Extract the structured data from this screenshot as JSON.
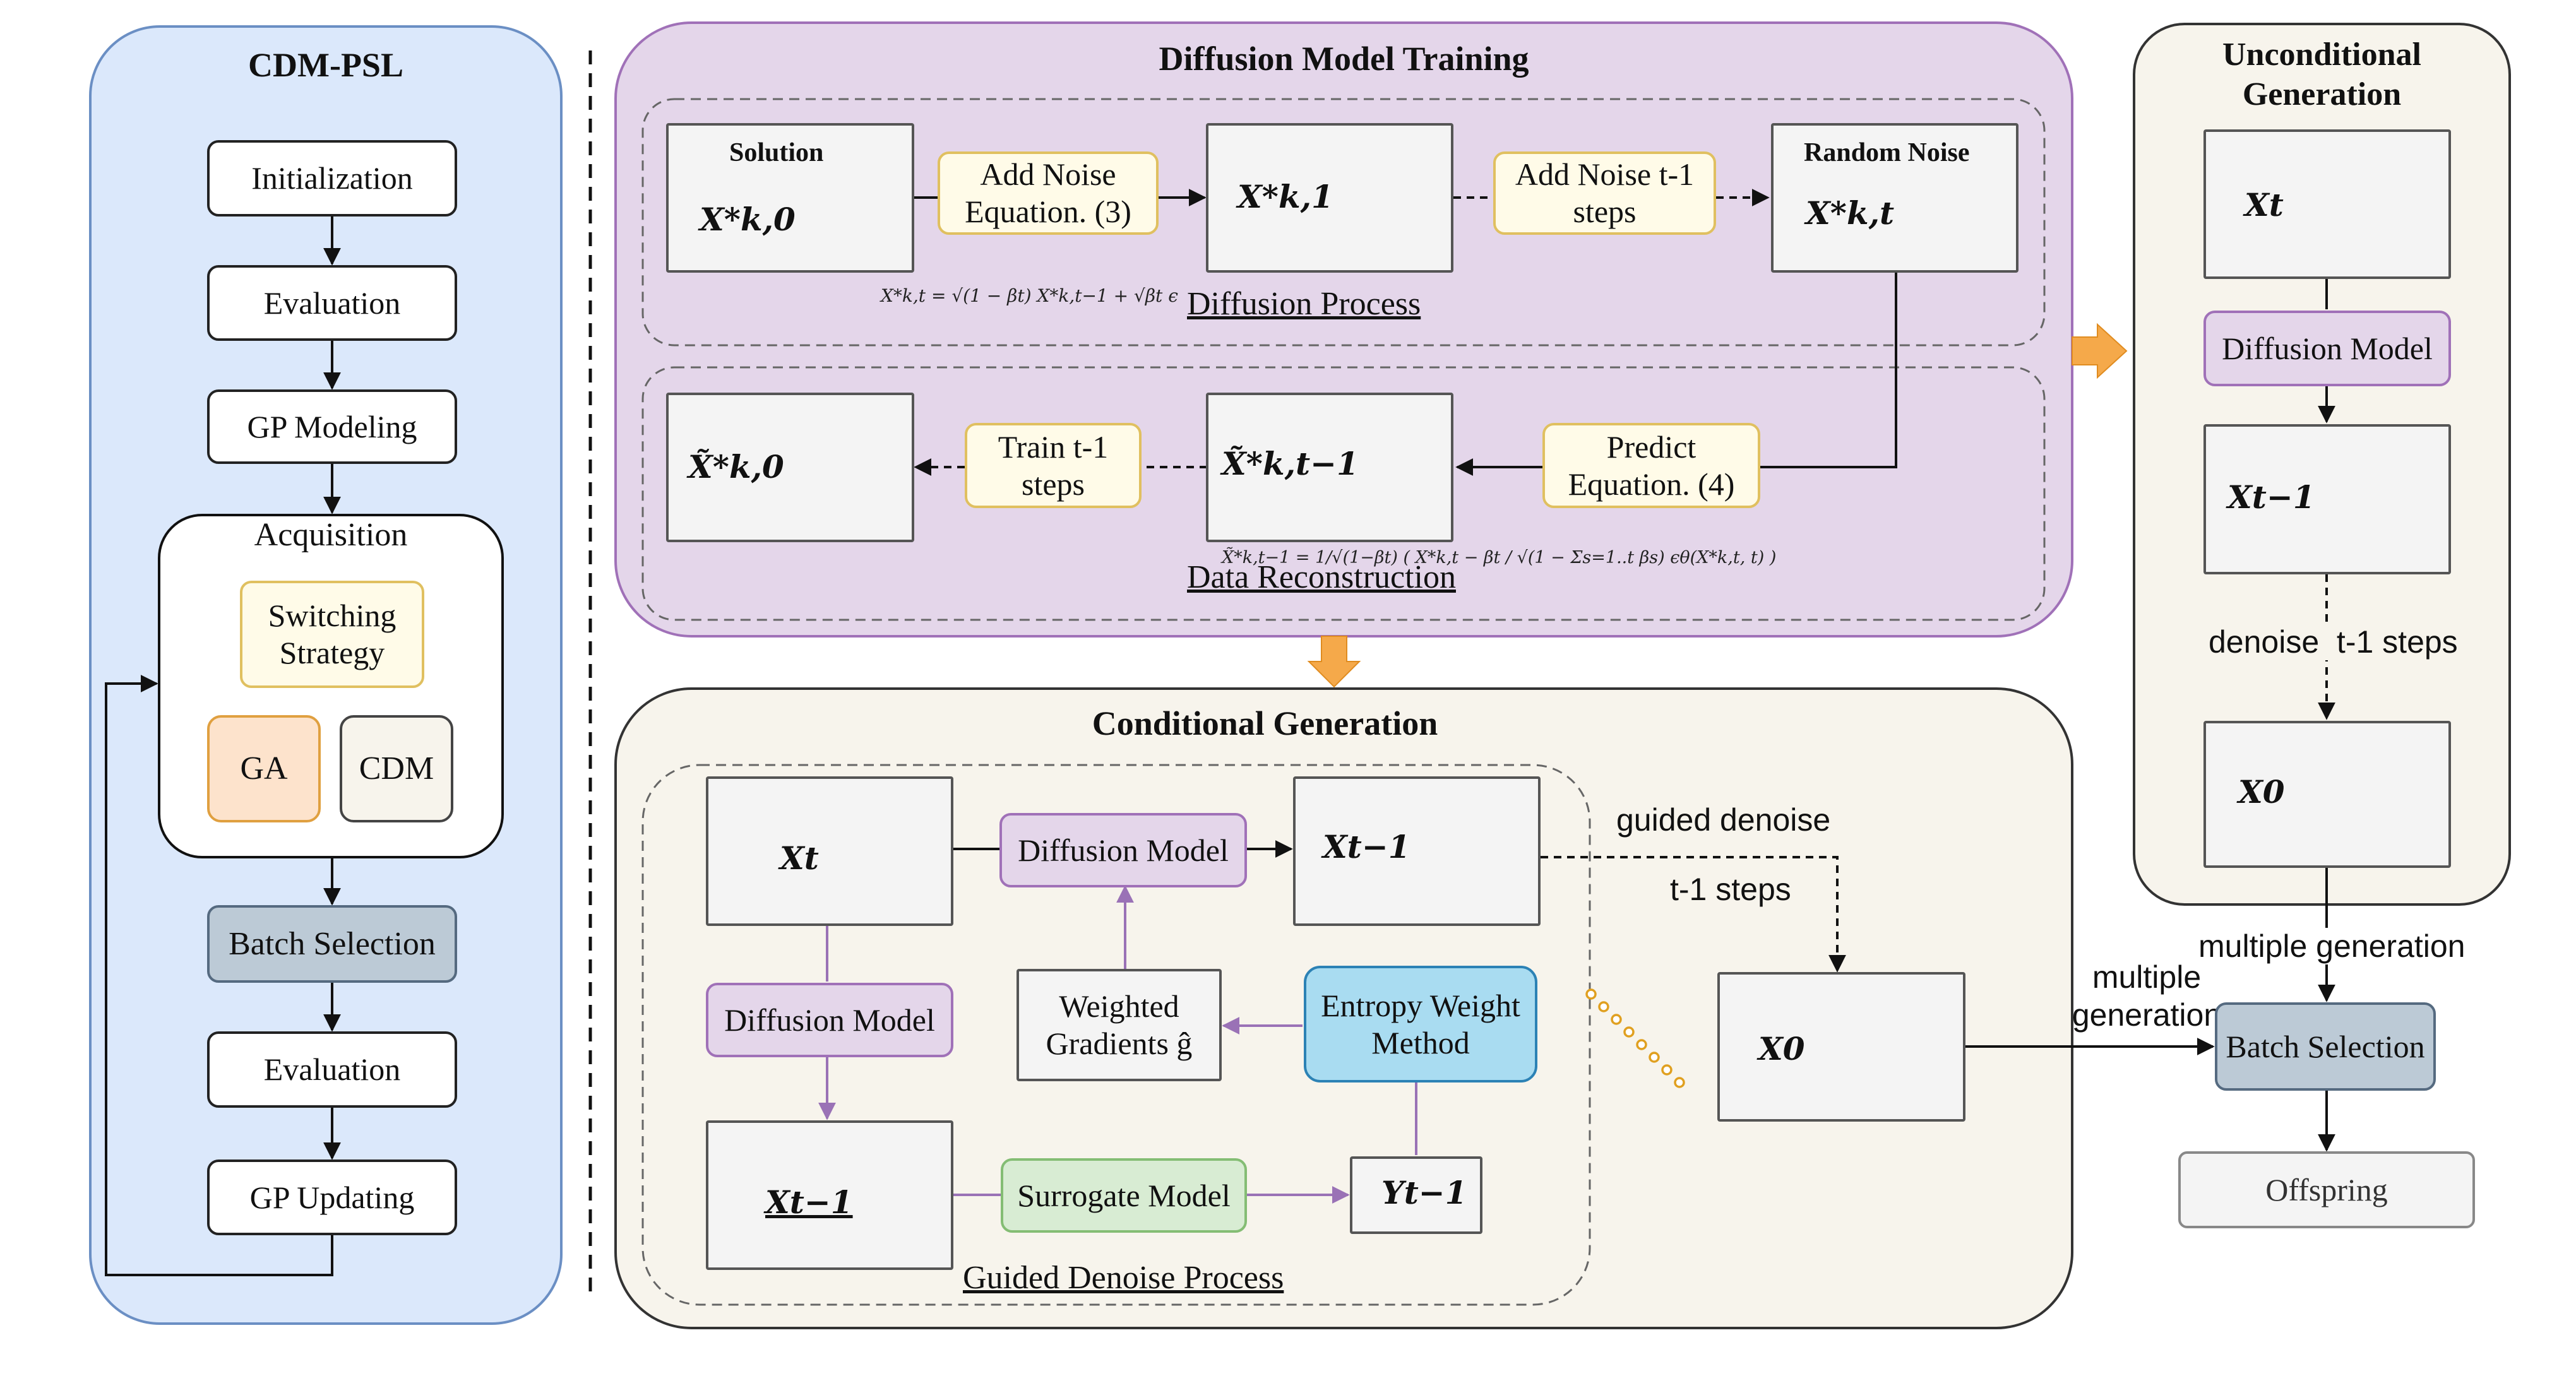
{
  "left_panel": {
    "title": "CDM-PSL",
    "initialization": "Initialization",
    "evaluation_1": "Evaluation",
    "gp_modeling": "GP  Modeling",
    "acquisition": "Acquisition",
    "switching_strategy": "Switching Strategy",
    "ga": "GA",
    "cdm": "CDM",
    "batch_selection": "Batch  Selection",
    "evaluation_2": "Evaluation",
    "gp_updating": "GP Updating"
  },
  "training": {
    "title": "Diffusion Model Training",
    "solution_label": "Solution",
    "x_k0": "X*k,0",
    "add_noise_eq3": "Add Noise Equation. (3)",
    "x_k1": "X*k,1",
    "add_noise_t1": "Add Noise t-1 steps",
    "random_noise_label": "Random Noise",
    "x_kt": "X*k,t",
    "diffusion_formula": "X*k,t = √(1 − βt) X*k,t−1 + √βt ϵ",
    "diffusion_process": "Diffusion Process",
    "x_tilde_k0": "X̃*k,0",
    "train_t1": "Train t-1 steps",
    "x_tilde_kt1": "X̃*k,t−1",
    "predict_eq4": "Predict Equation. (4)",
    "reconstruction_formula": "X̃*k,t−1 = 1/√(1−βt) ( X*k,t − βt / √(1 − Σs=1..t βs) ϵθ(X*k,t, t) )",
    "data_reconstruction": "Data Reconstruction"
  },
  "conditional": {
    "title": "Conditional Generation",
    "x_t": "Xt",
    "diffusion_model_top": "Diffusion Model",
    "x_t1_top": "Xt−1",
    "diffusion_model_left": "Diffusion Model",
    "weighted_gradients": "Weighted Gradients ĝ",
    "entropy_weight": "Entropy Weight Method",
    "x_t1_bottom": "Xt−1",
    "surrogate_model": "Surrogate Model",
    "y_t1": "Yt−1",
    "guided_denoise_process": "Guided Denoise Process",
    "guided_denoise": "guided denoise",
    "t1_steps": "t-1 steps",
    "x_0": "X0",
    "multiple_generation": "multiple generation"
  },
  "unconditional": {
    "title": "Unconditional Generation",
    "x_t": "Xt",
    "diffusion_model": "Diffusion Model",
    "x_t1": "Xt−1",
    "denoise_steps": "denoise  t-1 steps",
    "x_0": "X0",
    "multiple_generation": "multiple generation"
  },
  "right": {
    "batch_selection": "Batch Selection",
    "offspring": "Offspring"
  },
  "colors": {
    "left_panel_bg": "#dbe8fb",
    "left_panel_border": "#6b8fc4",
    "training_bg": "#e4d6ea",
    "training_border": "#a071b8",
    "cream_bg": "#f7f4ec",
    "orange_arrow": "#f5a94a",
    "ga_fill": "#fde3cc",
    "ga_border": "#e0a040",
    "batch_fill": "#bccad6",
    "entropy_fill": "#a9dcf1",
    "entropy_border": "#2c82b5",
    "surrogate_fill": "#d8ecd3",
    "surrogate_border": "#84bd74",
    "dot_blue": "#5b86c9",
    "dot_green": "#7fb56b",
    "dot_orange": "#e0a020"
  }
}
